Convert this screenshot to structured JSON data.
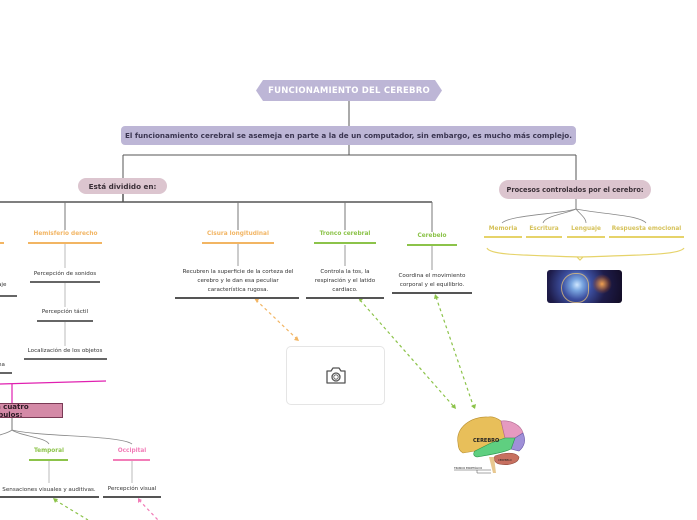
{
  "title": "FUNCIONAMIENTO DEL CEREBRO",
  "subtitle": "El funcionamiento cerebral se asemeja en parte a la de un computador, sin embargo, es mucho más complejo.",
  "left_branch": {
    "label": "Está dividido en:",
    "hemisferio_izquierdo": {
      "items_partial": [
        "aje",
        "na"
      ]
    },
    "hemisferio_derecho": {
      "label": "Hemisferio derecho",
      "items": [
        "Percepción de sonidos",
        "Percepción táctil",
        "Localización de los objetos"
      ]
    },
    "cisura": {
      "label": "Cisura longitudinal",
      "description": "Recubren la superficie de la corteza del cerebro y le dan esa peculiar característica rugosa."
    },
    "tronco": {
      "label": "Tronco cerebral",
      "description": "Controla la tos, la respiración y el latido cardiaco."
    },
    "cerebelo": {
      "label": "Cerebelo",
      "description": "Coordina el movimiento corporal y el equilibrio."
    },
    "lobulos": {
      "label": "en cuatro lóbulos:",
      "temporal": {
        "label": "Temporal",
        "description": "Sensaciones visuales y auditivas."
      },
      "occipital": {
        "label": "Occipital",
        "description": "Percepción visual"
      }
    }
  },
  "right_branch": {
    "label": "Procesos controlados por el cerebro:",
    "items": [
      "Memoria",
      "Escritura",
      "Lenguaje",
      "Respuesta emocional"
    ]
  },
  "brain_image": {
    "labels": [
      "CEREBRO",
      "CEREBELO",
      "TRONCO ENCEFÁLICO"
    ]
  },
  "colors": {
    "title_bg": "#bdb6d6",
    "pill_bg": "#dcc5cf",
    "orange": "#f2b563",
    "green": "#8cc34a",
    "pink": "#f27db8",
    "yellow": "#e6d36a",
    "magenta": "#e020b0"
  }
}
